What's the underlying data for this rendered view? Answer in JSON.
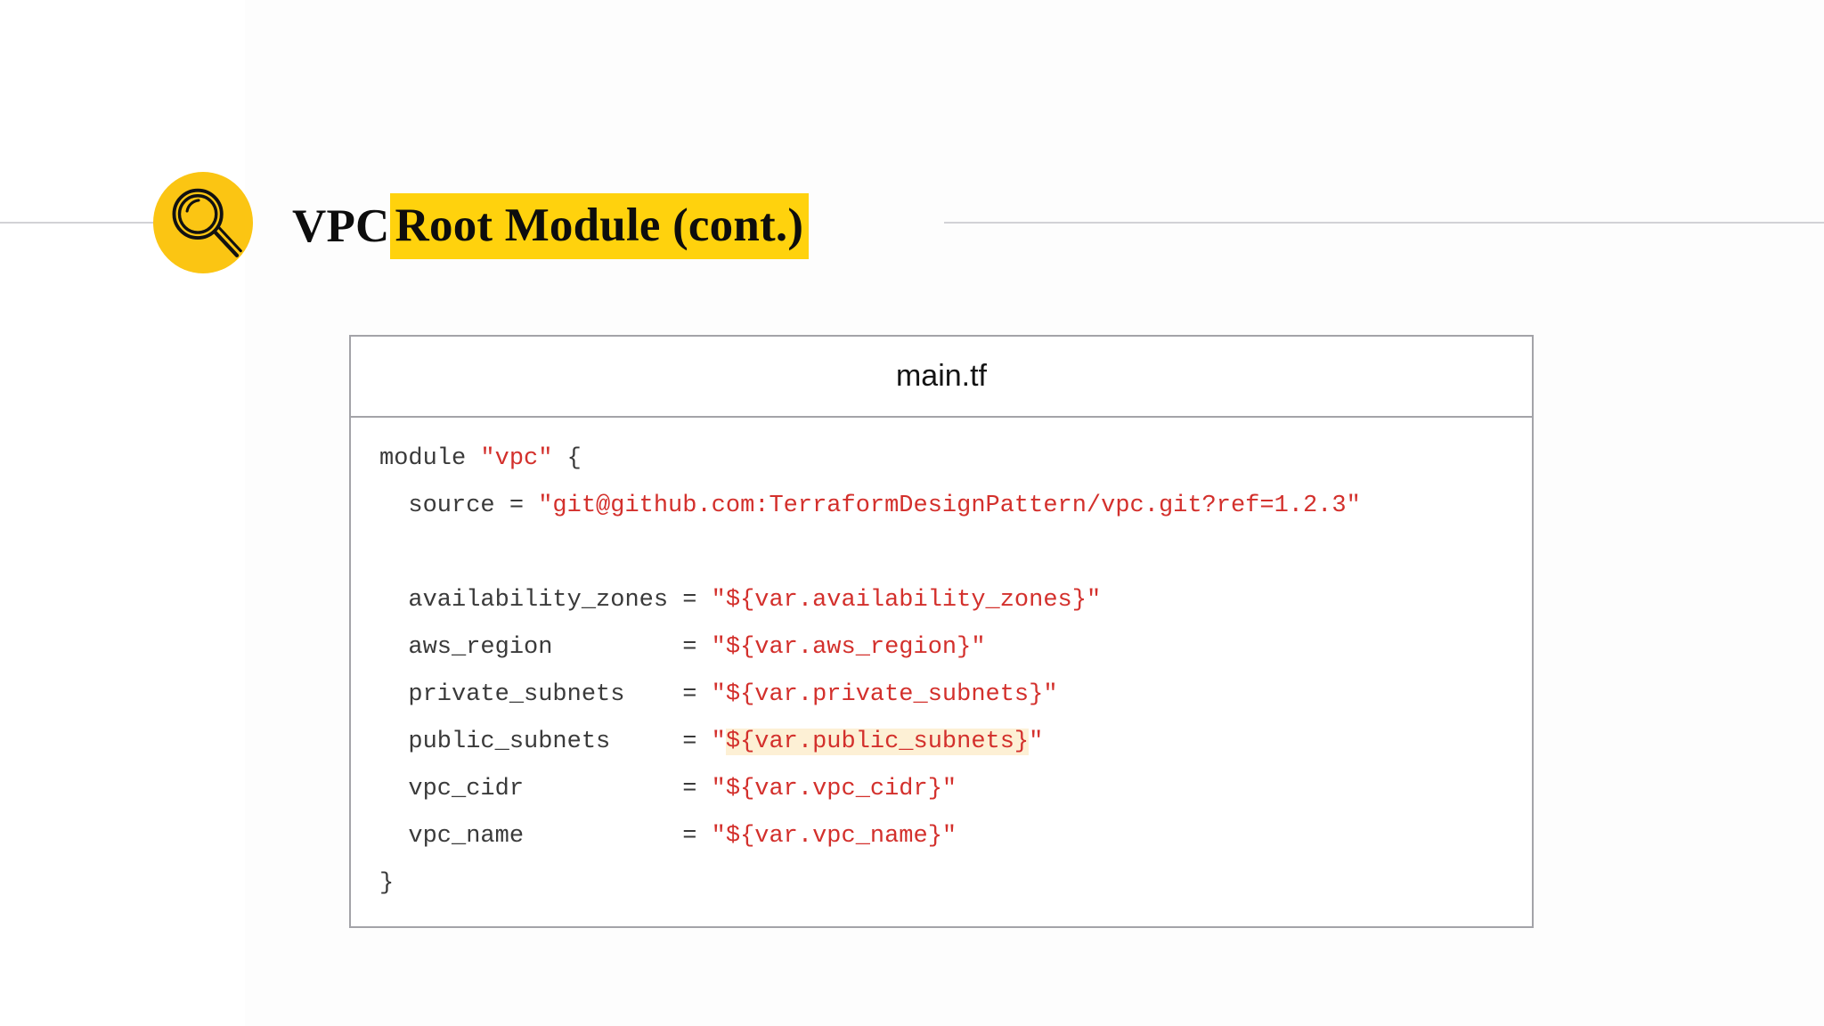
{
  "slide": {
    "title_plain": "VPC ",
    "title_highlight": "Root Module (cont.)",
    "icon": "magnifier-icon",
    "accent_yellow": "#ffd20d",
    "badge_yellow": "#fbc513",
    "rule_color": "#d2d2d6"
  },
  "code_card": {
    "filename": "main.tf",
    "border_color": "#a3a3a8",
    "string_color": "#d3302c",
    "plain_color": "#3a3a3a",
    "highlight_color": "#fdf0d5",
    "lines": [
      {
        "indent": "",
        "plain_before": "module ",
        "string": "\"vpc\"",
        "plain_after": " {",
        "highlight": false
      },
      {
        "indent": "  ",
        "plain_before": "source = ",
        "string": "\"git@github.com:TerraformDesignPattern/vpc.git?ref=1.2.3\"",
        "plain_after": "",
        "highlight": false
      },
      {
        "indent": "",
        "plain_before": "",
        "string": "",
        "plain_after": "",
        "highlight": false
      },
      {
        "indent": "  ",
        "plain_before": "availability_zones = ",
        "string": "\"${var.availability_zones}\"",
        "plain_after": "",
        "highlight": false
      },
      {
        "indent": "  ",
        "plain_before": "aws_region         = ",
        "string": "\"${var.aws_region}\"",
        "plain_after": "",
        "highlight": false
      },
      {
        "indent": "  ",
        "plain_before": "private_subnets    = ",
        "string": "\"${var.private_subnets}\"",
        "plain_after": "",
        "highlight": false
      },
      {
        "indent": "  ",
        "plain_before": "public_subnets     = ",
        "string": "\"${var.public_subnets}\"",
        "plain_after": "",
        "highlight": true,
        "highlight_span": "${var.public_subnets}"
      },
      {
        "indent": "  ",
        "plain_before": "vpc_cidr           = ",
        "string": "\"${var.vpc_cidr}\"",
        "plain_after": "",
        "highlight": false
      },
      {
        "indent": "  ",
        "plain_before": "vpc_name           = ",
        "string": "\"${var.vpc_name}\"",
        "plain_after": "",
        "highlight": false
      },
      {
        "indent": "",
        "plain_before": "}",
        "string": "",
        "plain_after": "",
        "highlight": false
      }
    ]
  }
}
